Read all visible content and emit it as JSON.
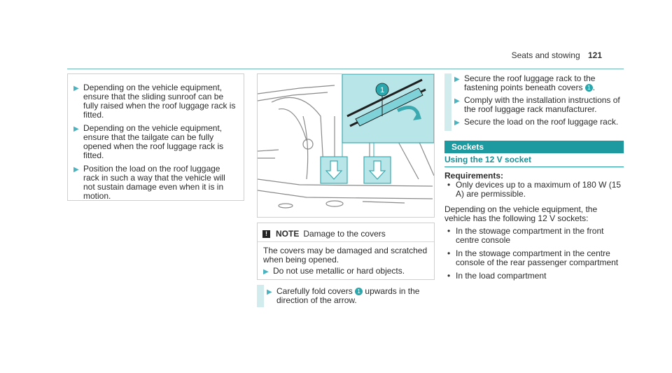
{
  "header": {
    "section": "Seats and stowing",
    "page": "121"
  },
  "left_box": {
    "steps": [
      "Depending on the vehicle equipment, ensure that the sliding sunroof can be fully raised when the roof luggage rack is fitted.",
      "Depending on the vehicle equipment, ensure that the tailgate can be fully opened when the roof luggage rack is fitted.",
      "Position the load on the roof luggage rack in such a way that the vehicle will not sustain damage even when it is in motion."
    ]
  },
  "figure": {
    "callout": "1"
  },
  "note": {
    "icon": "!",
    "label": "NOTE",
    "title": "Damage to the covers",
    "body": "The covers may be damaged and scratched when being opened.",
    "step": "Do not use metallic or hard objects."
  },
  "mid_step": {
    "before": "Carefully fold covers",
    "num": "1",
    "after": "upwards in the direction of the arrow."
  },
  "right_steps": {
    "step1_before": "Secure the roof luggage rack to the fastening points beneath covers",
    "step1_num": "1",
    "step1_after": ".",
    "step2": "Comply with the installation instructions of the roof luggage rack manufacturer.",
    "step3": "Secure the load on the roof luggage rack."
  },
  "sockets": {
    "section_title": "Sockets",
    "subsection_title": "Using the 12 V socket",
    "requirements_label": "Requirements:",
    "requirement": "Only devices up to a maximum of 180 W (15 A) are permissible.",
    "intro": "Depending on the vehicle equipment, the vehicle has the following 12 V sockets:",
    "locations": [
      "In the stowage compartment in the front centre console",
      "In the stowage compartment in the centre console of the rear passenger compartment",
      "In the load compartment"
    ]
  },
  "colors": {
    "accent": "#1d9aa0",
    "step_bar": "#d2eced",
    "figure_highlight": "#b8e6e8"
  }
}
